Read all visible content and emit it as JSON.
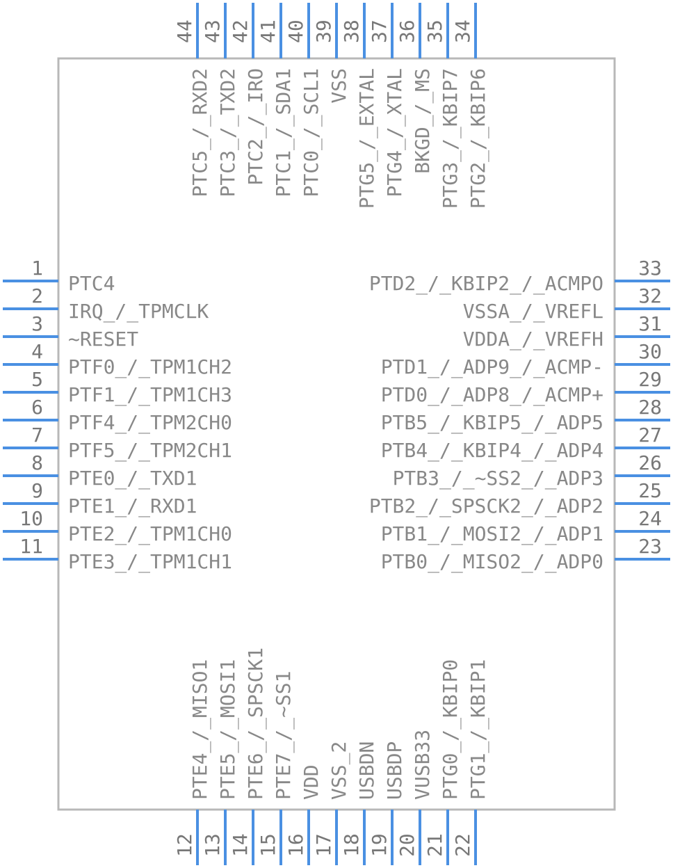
{
  "component": {
    "colors": {
      "pin": "#4a90e2",
      "body_outline": "#b8b8b8",
      "text": "#888888",
      "number": "#777777"
    },
    "left_pins": [
      {
        "number": "1",
        "label": "PTC4"
      },
      {
        "number": "2",
        "label": "IRQ_/_TPMCLK"
      },
      {
        "number": "3",
        "label": "~RESET"
      },
      {
        "number": "4",
        "label": "PTF0_/_TPM1CH2"
      },
      {
        "number": "5",
        "label": "PTF1_/_TPM1CH3"
      },
      {
        "number": "6",
        "label": "PTF4_/_TPM2CH0"
      },
      {
        "number": "7",
        "label": "PTF5_/_TPM2CH1"
      },
      {
        "number": "8",
        "label": "PTE0_/_TXD1"
      },
      {
        "number": "9",
        "label": "PTE1_/_RXD1"
      },
      {
        "number": "10",
        "label": "PTE2_/_TPM1CH0"
      },
      {
        "number": "11",
        "label": "PTE3_/_TPM1CH1"
      }
    ],
    "right_pins": [
      {
        "number": "33",
        "label": "PTD2_/_KBIP2_/_ACMPO"
      },
      {
        "number": "32",
        "label": "VSSA_/_VREFL"
      },
      {
        "number": "31",
        "label": "VDDA_/_VREFH"
      },
      {
        "number": "30",
        "label": "PTD1_/_ADP9_/_ACMP-"
      },
      {
        "number": "29",
        "label": "PTD0_/_ADP8_/_ACMP+"
      },
      {
        "number": "28",
        "label": "PTB5_/_KBIP5_/_ADP5"
      },
      {
        "number": "27",
        "label": "PTB4_/_KBIP4_/_ADP4"
      },
      {
        "number": "26",
        "label": "PTB3_/_~SS2_/_ADP3"
      },
      {
        "number": "25",
        "label": "PTB2_/_SPSCK2_/_ADP2"
      },
      {
        "number": "24",
        "label": "PTB1_/_MOSI2_/_ADP1"
      },
      {
        "number": "23",
        "label": "PTB0_/_MISO2_/_ADP0"
      }
    ],
    "top_pins": [
      {
        "number": "44",
        "label": "PTC5_/_RXD2"
      },
      {
        "number": "43",
        "label": "PTC3_/_TXD2"
      },
      {
        "number": "42",
        "label": "PTC2_/_IRO"
      },
      {
        "number": "41",
        "label": "PTC1_/_SDA1"
      },
      {
        "number": "40",
        "label": "PTC0_/_SCL1"
      },
      {
        "number": "39",
        "label": "VSS"
      },
      {
        "number": "38",
        "label": "PTG5_/_EXTAL"
      },
      {
        "number": "37",
        "label": "PTG4_/_XTAL"
      },
      {
        "number": "36",
        "label": "BKGD_/_MS"
      },
      {
        "number": "35",
        "label": "PTG3_/_KBIP7"
      },
      {
        "number": "34",
        "label": "PTG2_/_KBIP6"
      }
    ],
    "bottom_pins": [
      {
        "number": "12",
        "label": "PTE4_/_MISO1"
      },
      {
        "number": "13",
        "label": "PTE5_/_MOSI1"
      },
      {
        "number": "14",
        "label": "PTE6_/_SPSCK1"
      },
      {
        "number": "15",
        "label": "PTE7_/_~SS1"
      },
      {
        "number": "16",
        "label": "VDD"
      },
      {
        "number": "17",
        "label": "VSS_2"
      },
      {
        "number": "18",
        "label": "USBDN"
      },
      {
        "number": "19",
        "label": "USBDP"
      },
      {
        "number": "20",
        "label": "VUSB33"
      },
      {
        "number": "21",
        "label": "PTG0_/_KBIP0"
      },
      {
        "number": "22",
        "label": "PTG1_/_KBIP1"
      }
    ]
  }
}
